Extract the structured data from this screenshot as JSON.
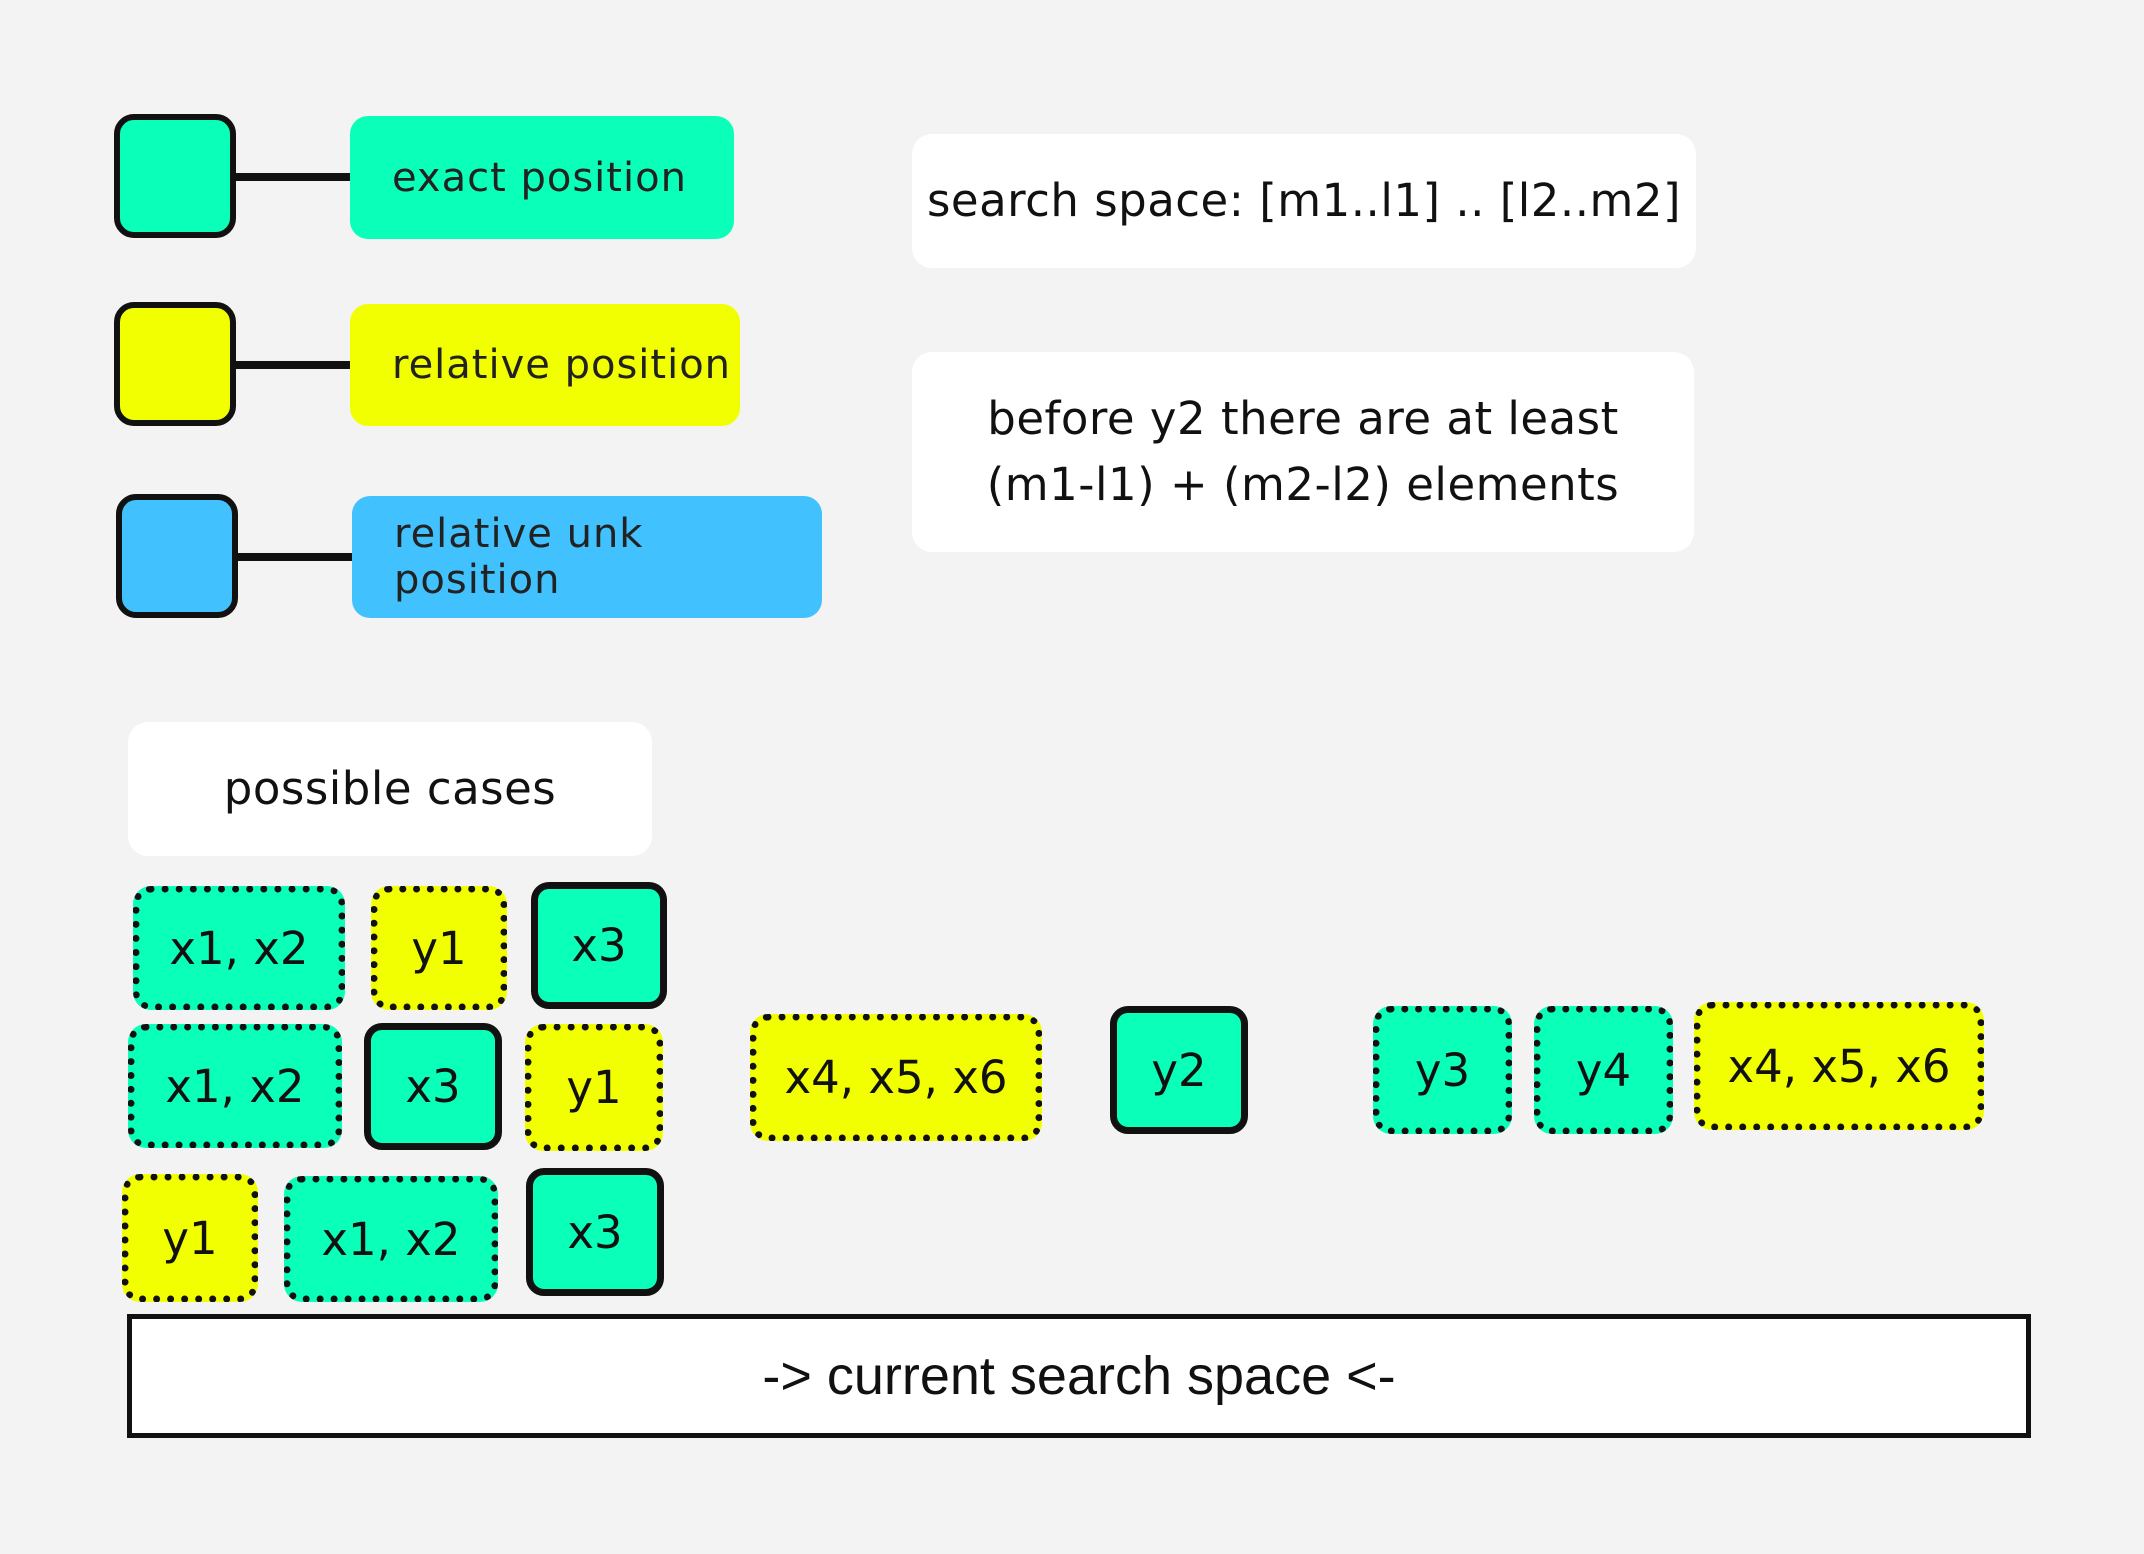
{
  "colors": {
    "exact": "#0affb8",
    "relative": "#f2ff00",
    "unknown": "#41c2ff",
    "background": "#f3f3f3",
    "card": "#ffffff",
    "outline": "#111111"
  },
  "legend": {
    "exact_label": "exact position",
    "relative_label": "relative position",
    "unknown_label": "relative unk position"
  },
  "info": {
    "search_space": "search space: [m1..l1] .. [l2..m2]",
    "before_line1": "before y2 there are at least",
    "before_line2": "(m1-l1) + (m2-l2) elements"
  },
  "cases": {
    "title": "possible cases",
    "row1": [
      "x1, x2",
      "y1",
      "x3"
    ],
    "row2": [
      "x1, x2",
      "x3",
      "y1"
    ],
    "row3": [
      "y1",
      "x1, x2",
      "x3"
    ]
  },
  "sequence": {
    "left_group": "x4, x5, x6",
    "pivot": "y2",
    "item_y3": "y3",
    "item_y4": "y4",
    "right_group": "x4, x5, x6"
  },
  "bar": {
    "label": "-> current search space <-"
  }
}
